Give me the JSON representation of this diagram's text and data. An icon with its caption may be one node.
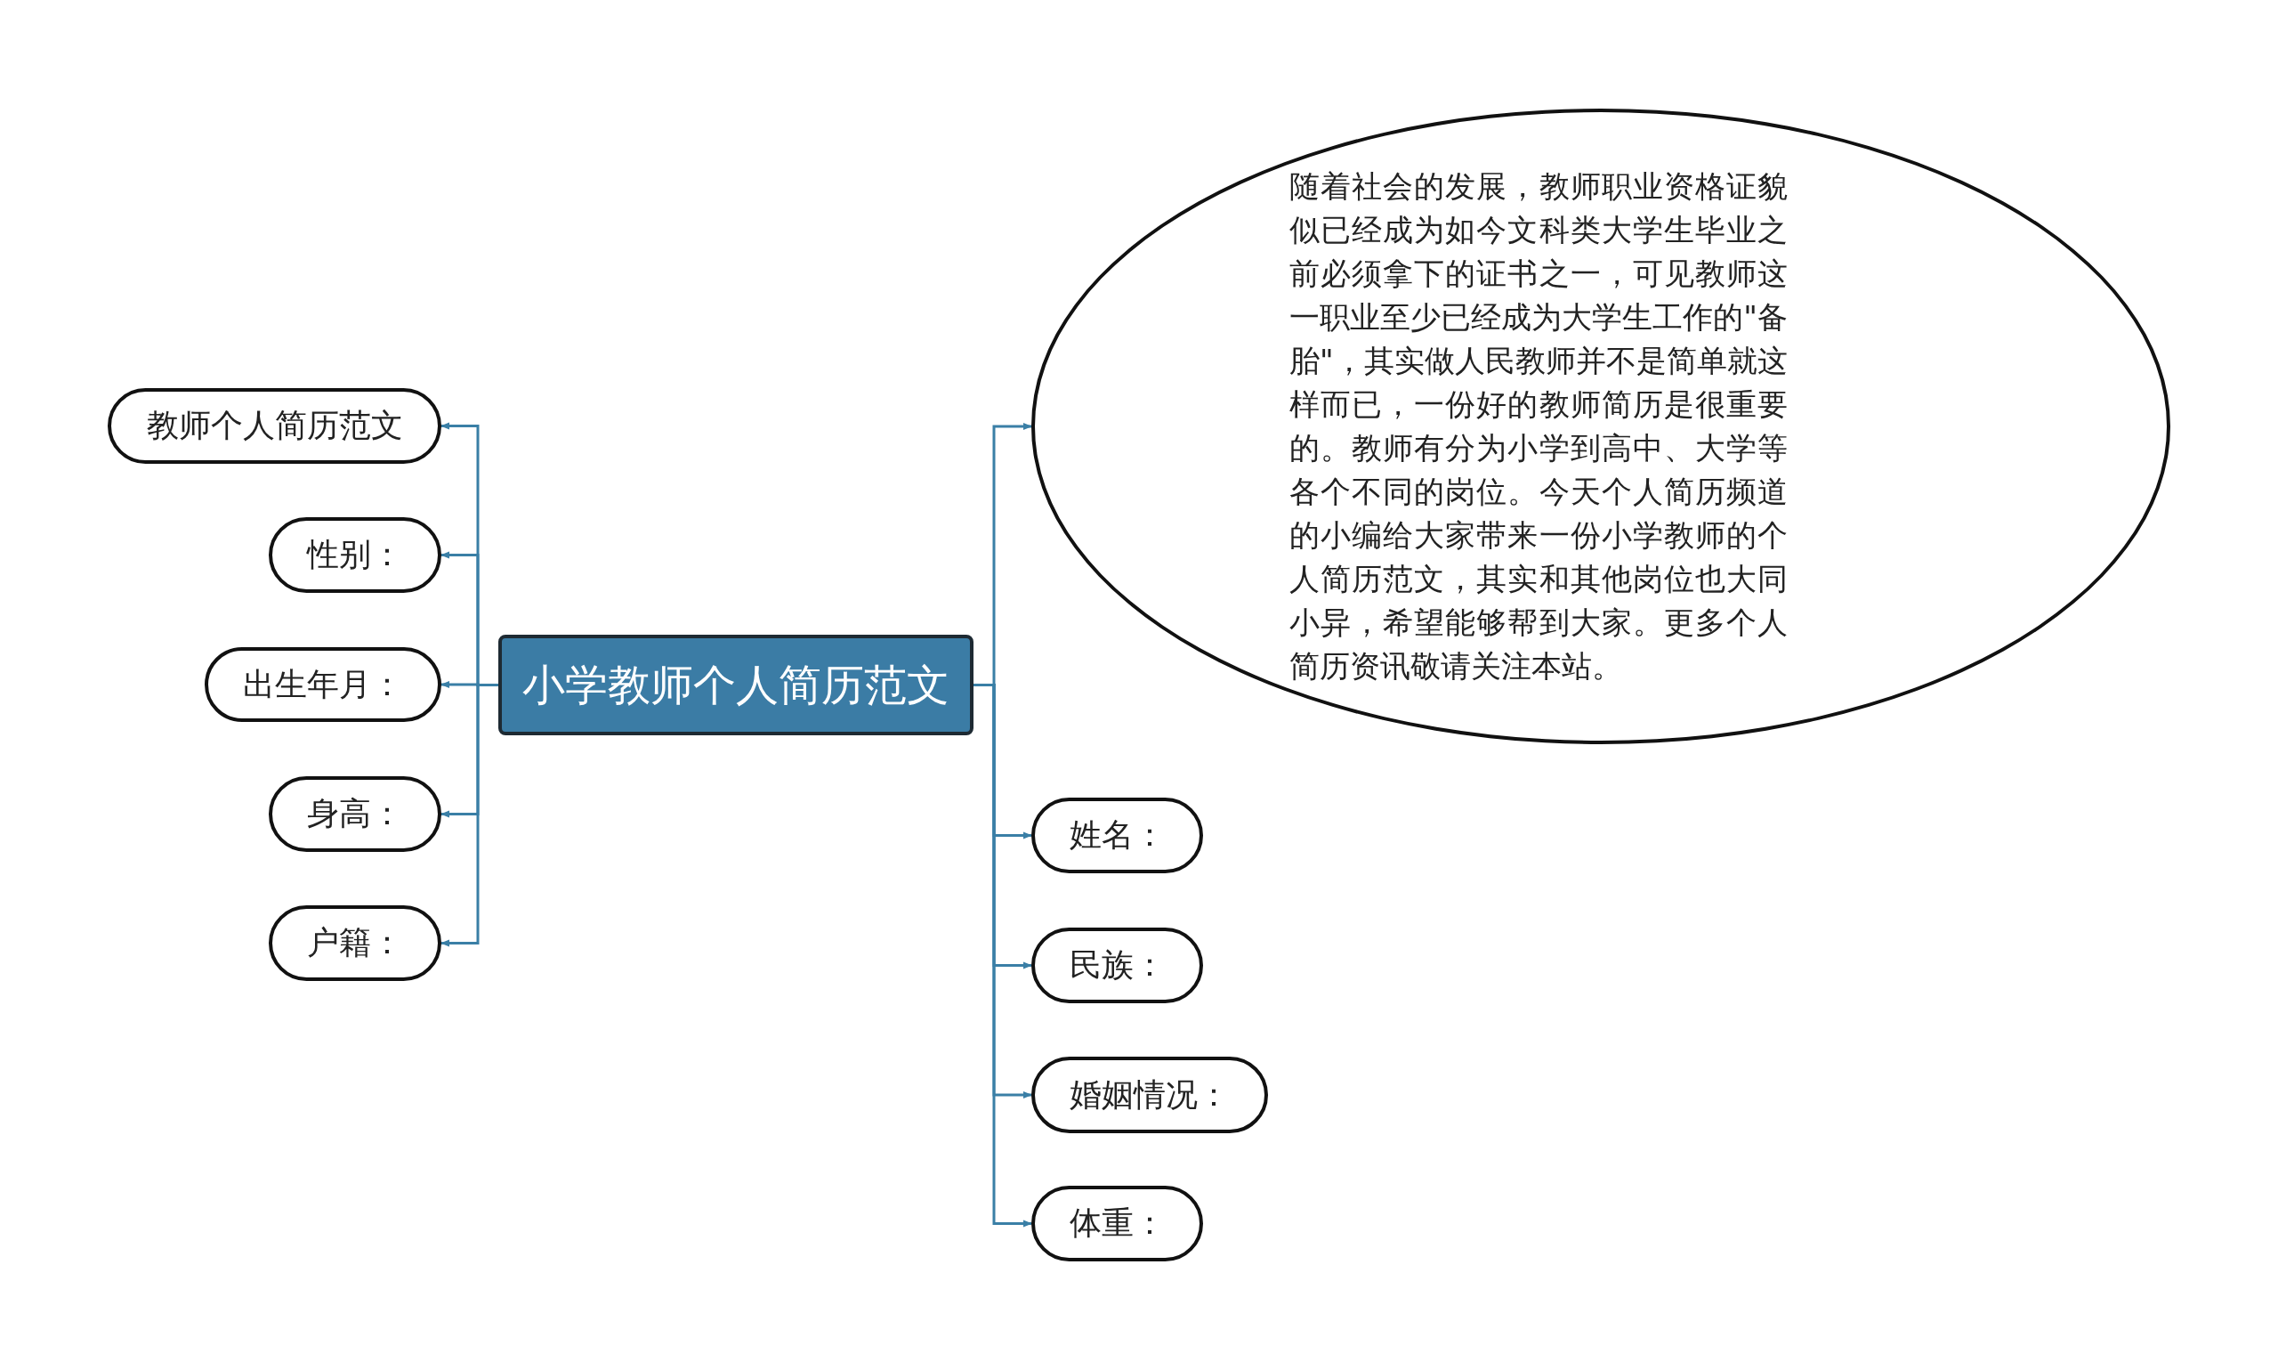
{
  "diagram": {
    "nodes": [
      {
        "text": [
          "小学教师个人简历范文"
        ]
      },
      {
        "text": [
          "随着社会的发展，教师职业资格证貌似已经成为如今文科类大学生毕业之前必须拿下的证书之一，可见教师这一职业至少已经成为大学生工作的\"备胎\"，其实做人民教师并不是简单就这样而已，一份好的教师简历是很重要的。教师有分为小学到高中、大学等各个不同的岗位。今天个人简历频道的小编给大家带来一份小学教师的个人简历范文，其实和其他岗位也大同小异，希望能够帮到大家。更多个人简历资讯敬请关注本站。"
        ]
      },
      {
        "text": [
          "姓名："
        ]
      },
      {
        "text": [
          "民族："
        ]
      },
      {
        "text": [
          "婚姻情况："
        ]
      },
      {
        "text": [
          "体重："
        ]
      },
      {
        "text": [
          "教师个人简历范文"
        ]
      },
      {
        "text": [
          "性别："
        ]
      },
      {
        "text": [
          "出生年月："
        ]
      },
      {
        "text": [
          "身高："
        ]
      },
      {
        "text": [
          "户籍："
        ]
      }
    ],
    "edges": [
      {
        "from": 0,
        "to": 1,
        "arrow": "to"
      },
      {
        "from": 0,
        "to": 2,
        "arrow": "to"
      },
      {
        "from": 0,
        "to": 3,
        "arrow": "to"
      },
      {
        "from": 0,
        "to": 4,
        "arrow": "to"
      },
      {
        "from": 0,
        "to": 5,
        "arrow": "to"
      },
      {
        "from": 0,
        "to": 6,
        "arrow": "to"
      },
      {
        "from": 0,
        "to": 7,
        "arrow": "to"
      },
      {
        "from": 0,
        "to": 8,
        "arrow": "to"
      },
      {
        "from": 0,
        "to": 9,
        "arrow": "to"
      },
      {
        "from": 0,
        "to": 10,
        "arrow": "to"
      }
    ]
  }
}
